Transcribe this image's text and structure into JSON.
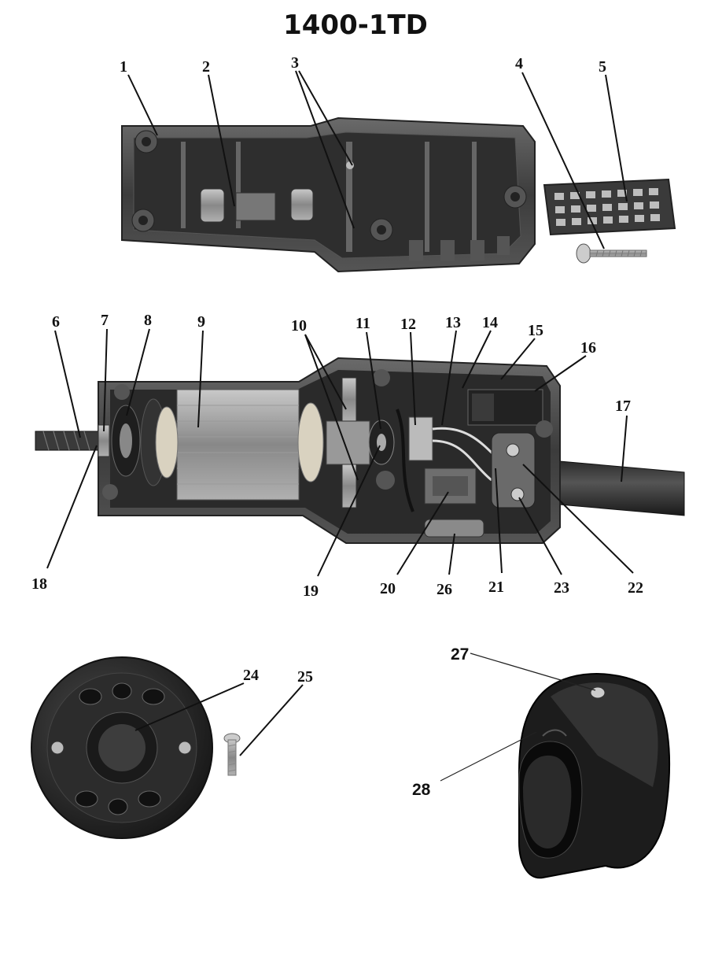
{
  "title": "1400-1TD",
  "labels": {
    "l1": "1",
    "l2": "2",
    "l3": "3",
    "l4": "4",
    "l5": "5",
    "l6": "6",
    "l7": "7",
    "l8": "8",
    "l9": "9",
    "l10": "10",
    "l11": "11",
    "l12": "12",
    "l13": "13",
    "l14": "14",
    "l15": "15",
    "l16": "16",
    "l17": "17",
    "l18": "18",
    "l19": "19",
    "l20": "20",
    "l21": "21",
    "l22": "22",
    "l23": "23",
    "l24": "24",
    "l25": "25",
    "l26": "26",
    "l27": "27",
    "l28": "28"
  }
}
